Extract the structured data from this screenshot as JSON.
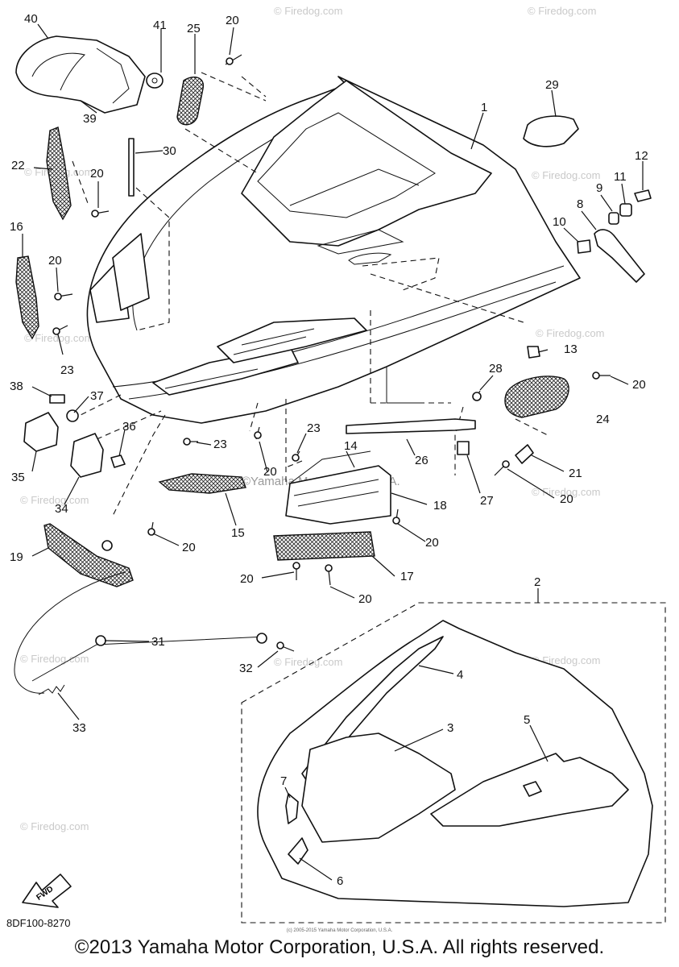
{
  "diagram": {
    "code": "8DF100-8270",
    "copyright": "©2013 Yamaha Motor Corporation, U.S.A. All rights reserved.",
    "small_print": "(c) 2005-2015 Yamaha Motor Corporation, U.S.A.",
    "watermark": "© Firedog.com",
    "center_watermark": "©Yamaha Motor Corp. U.S.A.",
    "fwd_label": "FWD"
  },
  "callouts": [
    {
      "id": "c40",
      "text": "40"
    },
    {
      "id": "c41",
      "text": "41"
    },
    {
      "id": "c25",
      "text": "25"
    },
    {
      "id": "c20a",
      "text": "20"
    },
    {
      "id": "c29",
      "text": "29"
    },
    {
      "id": "c1",
      "text": "1"
    },
    {
      "id": "c39",
      "text": "39"
    },
    {
      "id": "c30",
      "text": "30"
    },
    {
      "id": "c22",
      "text": "22"
    },
    {
      "id": "c20b",
      "text": "20"
    },
    {
      "id": "c12",
      "text": "12"
    },
    {
      "id": "c11",
      "text": "11"
    },
    {
      "id": "c9",
      "text": "9"
    },
    {
      "id": "c8",
      "text": "8"
    },
    {
      "id": "c10",
      "text": "10"
    },
    {
      "id": "c16",
      "text": "16"
    },
    {
      "id": "c20c",
      "text": "20"
    },
    {
      "id": "c23a",
      "text": "23"
    },
    {
      "id": "c13",
      "text": "13"
    },
    {
      "id": "c38",
      "text": "38"
    },
    {
      "id": "c37",
      "text": "37"
    },
    {
      "id": "c28",
      "text": "28"
    },
    {
      "id": "c20d",
      "text": "20"
    },
    {
      "id": "c24",
      "text": "24"
    },
    {
      "id": "c36",
      "text": "36"
    },
    {
      "id": "c23b",
      "text": "23"
    },
    {
      "id": "c23c",
      "text": "23"
    },
    {
      "id": "c14",
      "text": "14"
    },
    {
      "id": "c26",
      "text": "26"
    },
    {
      "id": "c21",
      "text": "21"
    },
    {
      "id": "c35",
      "text": "35"
    },
    {
      "id": "c20e",
      "text": "20"
    },
    {
      "id": "c18",
      "text": "18"
    },
    {
      "id": "c27",
      "text": "27"
    },
    {
      "id": "c20f",
      "text": "20"
    },
    {
      "id": "c34",
      "text": "34"
    },
    {
      "id": "c15",
      "text": "15"
    },
    {
      "id": "c20g",
      "text": "20"
    },
    {
      "id": "c20h",
      "text": "20"
    },
    {
      "id": "c19",
      "text": "19"
    },
    {
      "id": "c17",
      "text": "17"
    },
    {
      "id": "c20i",
      "text": "20"
    },
    {
      "id": "c20j",
      "text": "20"
    },
    {
      "id": "c2",
      "text": "2"
    },
    {
      "id": "c31",
      "text": "31"
    },
    {
      "id": "c4",
      "text": "4"
    },
    {
      "id": "c32",
      "text": "32"
    },
    {
      "id": "c33",
      "text": "33"
    },
    {
      "id": "c3",
      "text": "3"
    },
    {
      "id": "c5",
      "text": "5"
    },
    {
      "id": "c7",
      "text": "7"
    },
    {
      "id": "c6",
      "text": "6"
    }
  ]
}
